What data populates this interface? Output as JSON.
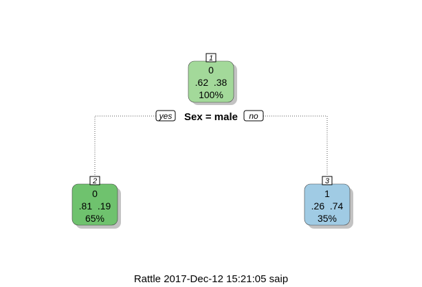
{
  "tree": {
    "split": {
      "label": "Sex = male",
      "yes_label": "yes",
      "no_label": "no"
    },
    "nodes": {
      "root": {
        "number": "1",
        "class": "0",
        "probs": ".62  .38",
        "percent": "100%",
        "fill": "#a3d99a"
      },
      "left": {
        "number": "2",
        "class": "0",
        "probs": ".81  .19",
        "percent": "65%",
        "fill": "#6fc26e"
      },
      "right": {
        "number": "3",
        "class": "1",
        "probs": ".26  .74",
        "percent": "35%",
        "fill": "#a0cbe4"
      }
    }
  },
  "footer": "Rattle 2017-Dec-12 15:21:05 saip"
}
